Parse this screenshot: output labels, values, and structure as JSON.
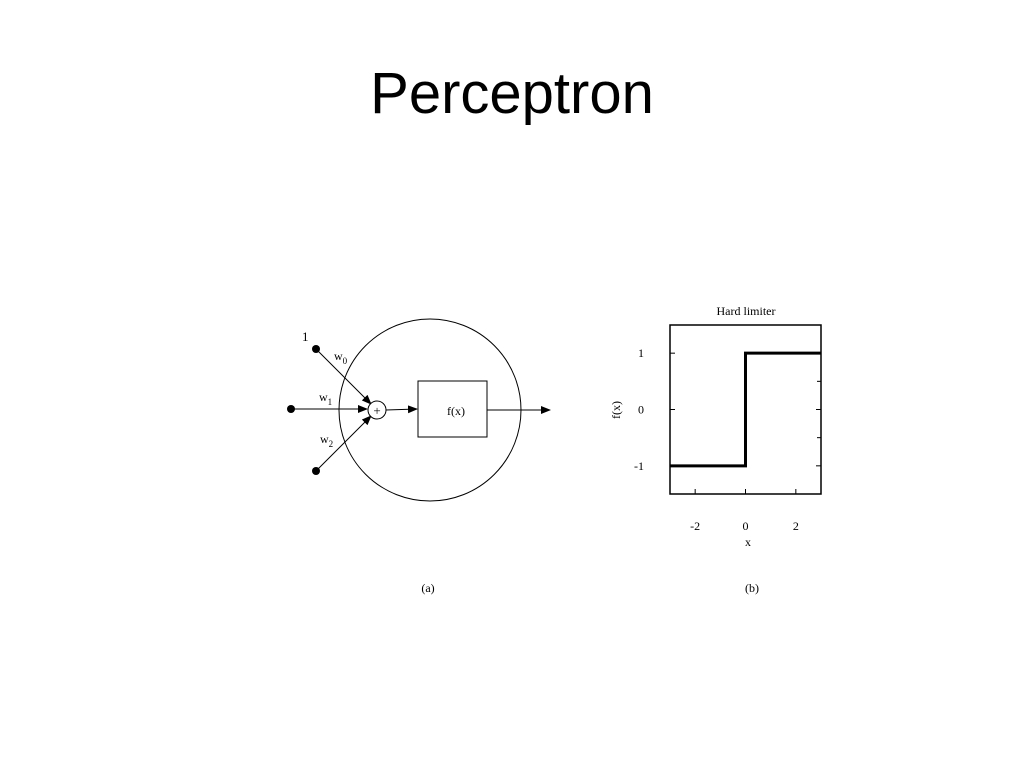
{
  "slide": {
    "title": "Perceptron"
  },
  "diagram_a": {
    "inputs": [
      {
        "label": "1",
        "weight_main": "w",
        "weight_sub": "0"
      },
      {
        "label": "",
        "weight_main": "w",
        "weight_sub": "1"
      },
      {
        "label": "",
        "weight_main": "w",
        "weight_sub": "2"
      }
    ],
    "sum_symbol": "+",
    "function_label": "f(x)",
    "caption": "(a)"
  },
  "chart_data": {
    "type": "line",
    "title": "Hard limiter",
    "xlabel": "x",
    "ylabel": "f(x)",
    "xlim": [
      -3,
      3
    ],
    "ylim": [
      -1.5,
      1.5
    ],
    "xticks": [
      "-2",
      "0",
      "2"
    ],
    "yticks": [
      "1",
      "0",
      "-1"
    ],
    "series": [
      {
        "x": [
          -3,
          0,
          0,
          3
        ],
        "y": [
          -1,
          -1,
          1,
          1
        ]
      }
    ],
    "caption": "(b)"
  }
}
